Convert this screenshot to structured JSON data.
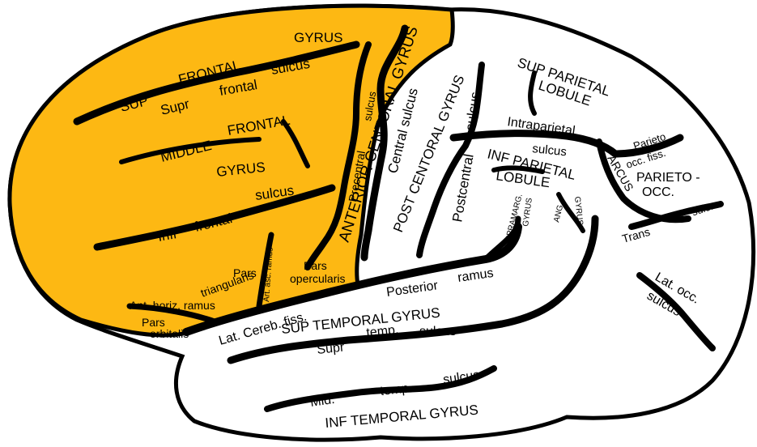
{
  "colors": {
    "frontal_lobe": "#FDB813",
    "other_lobes": "#ffffff",
    "outline": "#000000"
  },
  "labels": {
    "gyrus_top": "GYRUS",
    "sup": "SUP",
    "frontal_sup": "FRONTAL",
    "sulcus_top": "sulcus",
    "supr": "Supr",
    "frontal_lower": "frontal",
    "middle": "MIDDLE",
    "frontal_middle": "FRONTAL",
    "gyrus_middle": "GYRUS",
    "sulcus_mid": "sulcus",
    "infr": "Infr",
    "frontal_infr": "frontal",
    "precentral_sulcus_1": "sulcus",
    "precentral_1": "Precentral",
    "anterior_central_gyrus": "ANTERIOR CENTORAL GYRUS",
    "central_sulcus": "Central sulcus",
    "post_central_gyrus": "POST CENTORAL GYRUS",
    "sulcus_post": "sulcus",
    "postcentral": "Postcentral",
    "sup_parietal": "SUP PARIETAL",
    "lobule_1": "LOBULE",
    "intraparietal": "Intraparietal",
    "sulcus_ip": "sulcus",
    "inf_parietal": "INF PARIETAL",
    "lobule_2": "LOBULE",
    "arcus": "ARCUS",
    "parieto_occ_fiss_1": "Parieto",
    "parieto_occ_fiss_2": "occ. fiss.",
    "parieto_occ_1": "PARIETO -",
    "parieto_occ_2": "OCC.",
    "suppramarg": "SUPPRAMARG.",
    "gyrus_sm": "GYRUS",
    "ang": "ANG.",
    "gyrus_ang": "GYRUS",
    "trans": "Trans",
    "occ_sulc": "occ. sulc.",
    "lat_occ": "Lat. occ.",
    "sulcus_lat_occ": "sulcus",
    "pars_triangularis_1": "Pars",
    "pars_triangularis_2": "triangularis",
    "art_asc_ramus": "Art. asc. ramus",
    "pars_opercularis_1": "Pars",
    "pars_opercularis_2": "opercularis",
    "ant_horiz_ramus": "Ant. horiz. ramus",
    "pars_orbitalis_1": "Pars",
    "pars_orbitalis_2": "orbitalis",
    "lat_cereb_fiss": "Lat. Cereb. fiss.",
    "posterior": "Posterior",
    "ramus": "ramus",
    "sup_temporal_gyrus": "SUP TEMPORAL GYRUS",
    "temp_1": "temp.",
    "sulcus_st": "sulcus",
    "supr_temp": "Supr",
    "mid": "Mid.",
    "temp_2": "temp.",
    "sulcus_mt": "sulcus",
    "inf_temporal_gyrus": "INF TEMPORAL GYRUS"
  }
}
